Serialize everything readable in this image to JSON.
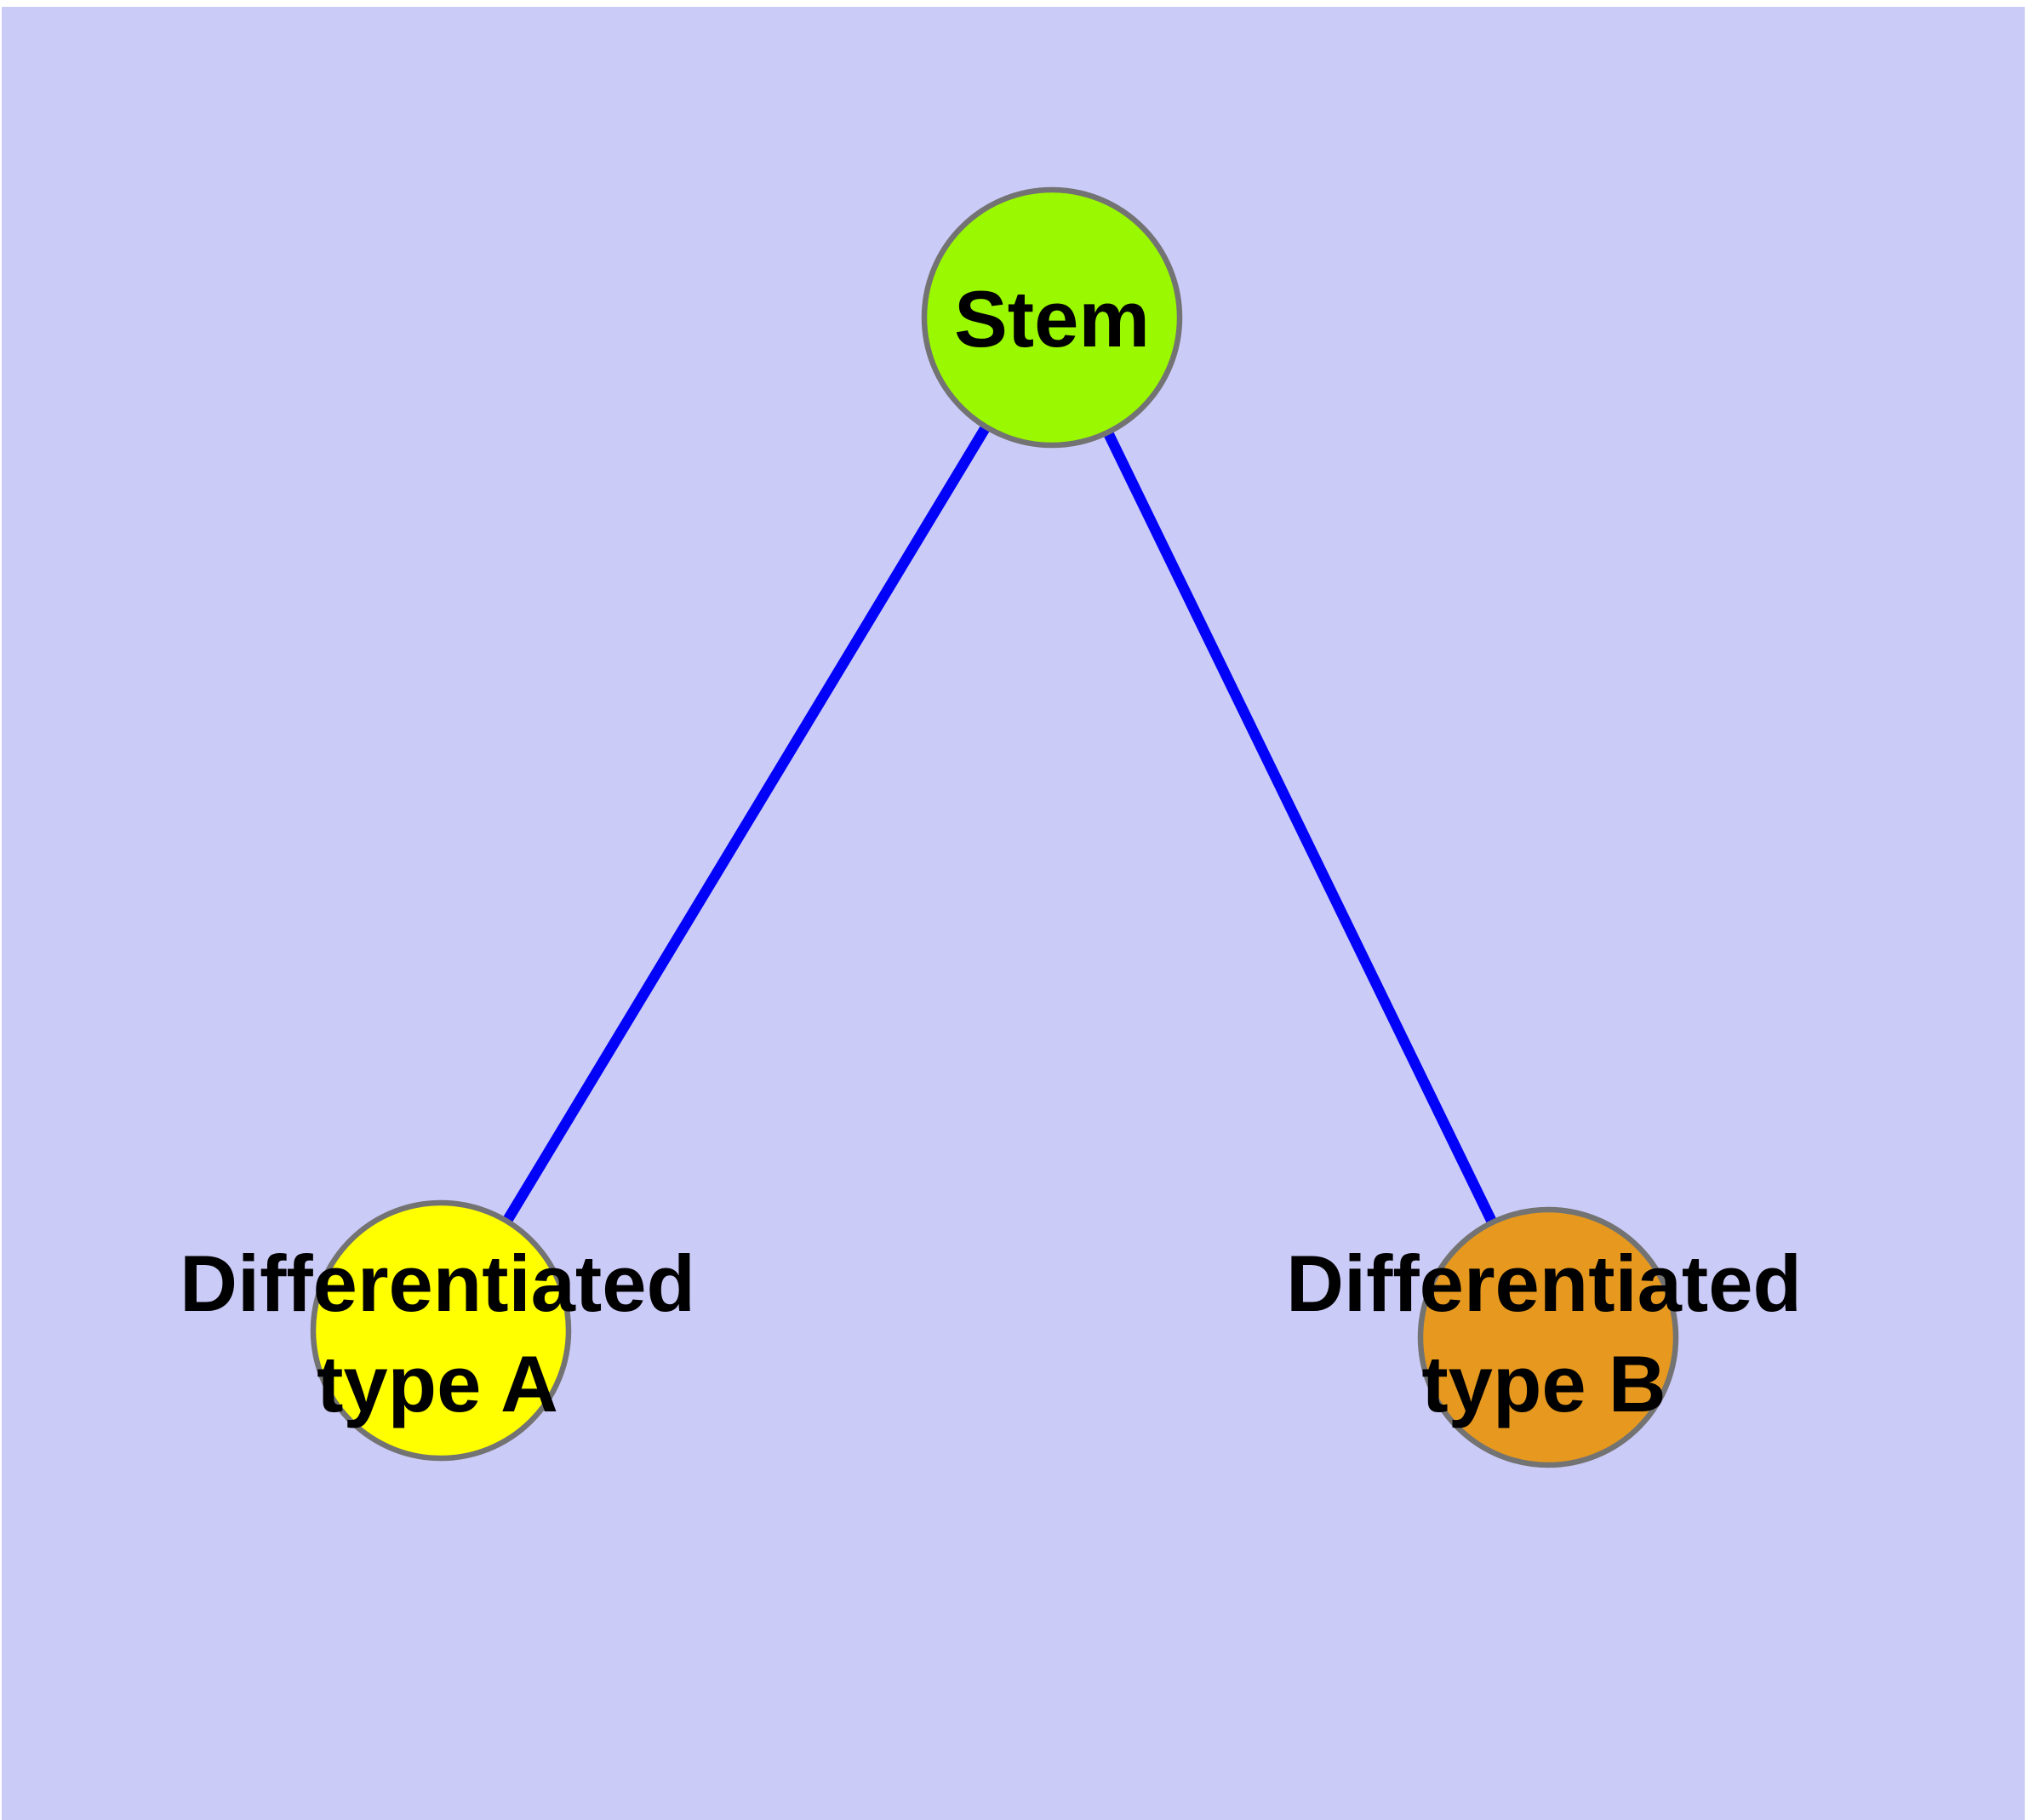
{
  "colors": {
    "page-bg": "#ffffff",
    "panel-bg": "#CBCBF8",
    "edge": "#0202F8",
    "node-border": "#737373",
    "stem-fill": "#9AF800",
    "type-a-fill": "#FFFF00",
    "type-b-fill": "#E6991E",
    "label-color": "#000000"
  },
  "nodes": {
    "stem": {
      "label": "Stem"
    },
    "type_a": {
      "label_line1": "Differentiated",
      "label_line2": "type A"
    },
    "type_b": {
      "label_line1": "Differentiated",
      "label_line2": "type B"
    }
  },
  "edges": [
    {
      "from": "Stem",
      "to": "Differentiated type A"
    },
    {
      "from": "Stem",
      "to": "Differentiated type B"
    }
  ]
}
